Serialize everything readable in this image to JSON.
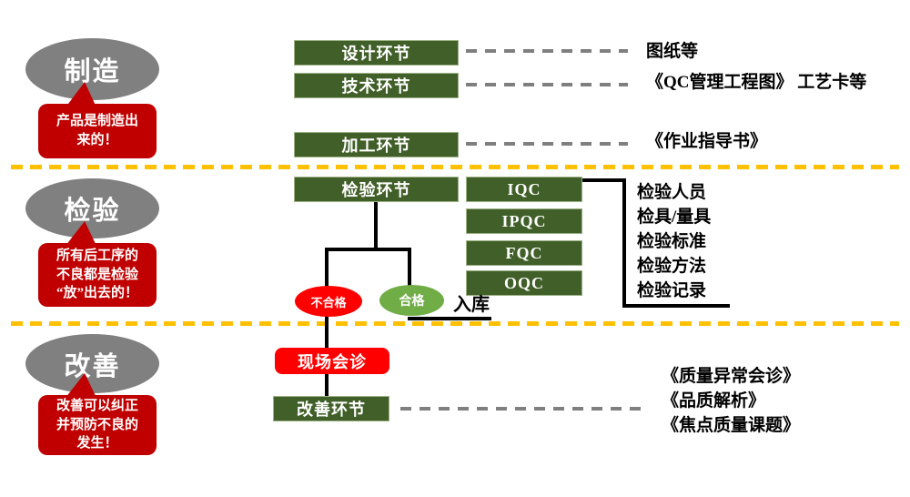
{
  "left_sections": [
    {
      "bubble": "制造",
      "note_lines": [
        "产品是制造出",
        "来的！",
        ""
      ]
    },
    {
      "bubble": "检验",
      "note_lines": [
        "所有后工序的",
        "不良都是检验",
        "“放”出去的！"
      ]
    },
    {
      "bubble": "改善",
      "note_lines": [
        "改善可以纠正",
        "并预防不良的",
        "发生！"
      ]
    }
  ],
  "process": {
    "design": "设计环节",
    "tech": "技术环节",
    "machining": "加工环节",
    "inspection": "检验环节",
    "qc_stages": [
      "IQC",
      "IPQC",
      "FQC",
      "OQC"
    ],
    "fail": "不合格",
    "pass": "合格",
    "storage": "入库",
    "onsite_meeting": "现场会诊",
    "improvement": "改善环节"
  },
  "annotations": {
    "design": "图纸等",
    "tech": "《QC管理工程图》 工艺卡等",
    "machining": "《作业指导书》",
    "inspection_items": [
      "检验人员",
      "检具/量具",
      "检验标准",
      "检验方法",
      "检验记录"
    ],
    "improvement_docs": [
      "《质量异常会诊》",
      "《品质解析》",
      "《焦点质量课题》"
    ]
  },
  "colors": {
    "box_green": "#415f28",
    "pass_green": "#70ad47",
    "alert_red": "#ff0000",
    "note_red": "#c00000",
    "bubble_gray": "#808080",
    "divider_orange": "#ffc000",
    "dash_gray": "#7f7f7f"
  }
}
